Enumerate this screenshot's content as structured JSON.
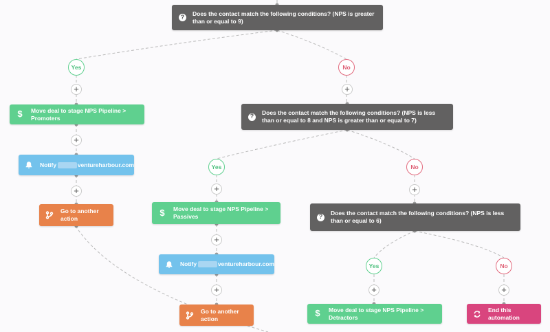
{
  "conditions": {
    "c1": "Does the contact match the following conditions? (NPS is greater than or equal to 9)",
    "c2": "Does the contact match the following conditions? (NPS is less than or equal to 8 and NPS is greater than or equal to 7)",
    "c3": "Does the contact match the following conditions? (NPS is less than or equal to 6)"
  },
  "branch": {
    "yes": "Yes",
    "no": "No"
  },
  "add_symbol": "+",
  "help_symbol": "?",
  "actions": {
    "move_promoters": "Move deal to stage NPS Pipeline > Promoters",
    "move_passives": "Move deal to stage NPS Pipeline > Passives",
    "move_detractors": "Move deal to stage NPS Pipeline > Detractors",
    "notify_prefix": "Notify",
    "notify_domain": "ventureharbour.com",
    "go_to_action": "Go to another action",
    "end_automation": "End this automation"
  },
  "icons": {
    "condition": "question-icon",
    "move": "dollar-icon",
    "notify": "bell-icon",
    "go": "branch-icon",
    "end": "sync-icon"
  },
  "colors": {
    "condition": "#626161",
    "move": "#5fd08f",
    "notify": "#73c2ec",
    "go": "#e8824a",
    "end": "#d9457e",
    "yes": "#5fd08f",
    "no": "#e26a7e"
  }
}
